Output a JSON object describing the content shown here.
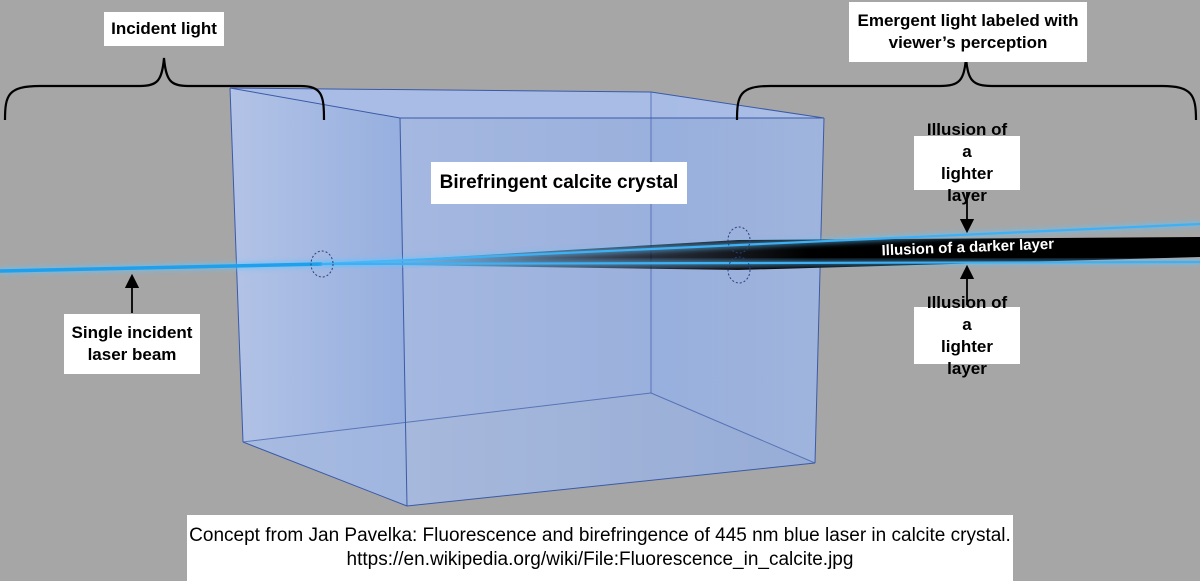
{
  "labels": {
    "incident_light": "Incident light",
    "emergent_light": [
      "Emergent light labeled with",
      "viewer’s perception"
    ],
    "crystal": "Birefringent calcite crystal",
    "lighter_top": [
      "Illusion of a",
      "lighter layer"
    ],
    "darker": "Illusion of a darker layer",
    "lighter_bottom": [
      "Illusion of a",
      "lighter layer"
    ],
    "single_beam": [
      "Single incident",
      "laser beam"
    ]
  },
  "caption": {
    "line1": "Concept from Jan Pavelka: Fluorescence and birefringence of 445 nm blue laser in calcite crystal.",
    "line2": "https://en.wikipedia.org/wiki/File:Fluorescence_in_calcite.jpg"
  },
  "colors": {
    "background": "#a6a6a6",
    "crystal_fill": "#8ea9db",
    "crystal_edge": "#3a5aa8",
    "laser": "#1ea0ec",
    "label_bg": "#ffffff"
  }
}
